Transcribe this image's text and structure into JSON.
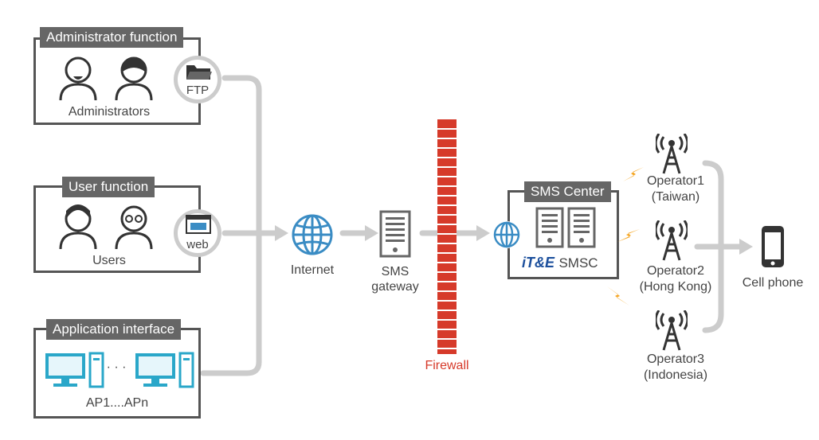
{
  "admin": {
    "title": "Administrator function",
    "label": "Administrators",
    "protocol": "FTP"
  },
  "user": {
    "title": "User function",
    "label": "Users",
    "protocol": "web"
  },
  "app": {
    "title": "Application interface",
    "label": "AP1....APn",
    "ellipsis": "· · ·"
  },
  "internet": {
    "label": "Internet"
  },
  "gateway": {
    "label_line1": "SMS",
    "label_line2": "gateway"
  },
  "firewall": {
    "label": "Firewall"
  },
  "smsc": {
    "title": "SMS Center",
    "logo": "iT&E",
    "label": "SMSC"
  },
  "operators": [
    {
      "name": "Operator1",
      "region": "(Taiwan)"
    },
    {
      "name": "Operator2",
      "region": "(Hong Kong)"
    },
    {
      "name": "Operator3",
      "region": "(Indonesia)"
    }
  ],
  "phone": {
    "label": "Cell phone"
  },
  "colors": {
    "connector": "#cccccc",
    "box": "#555555",
    "accent_blue": "#3a8cc4",
    "firewall": "#d63a2a",
    "lightning": "#f5a623"
  }
}
